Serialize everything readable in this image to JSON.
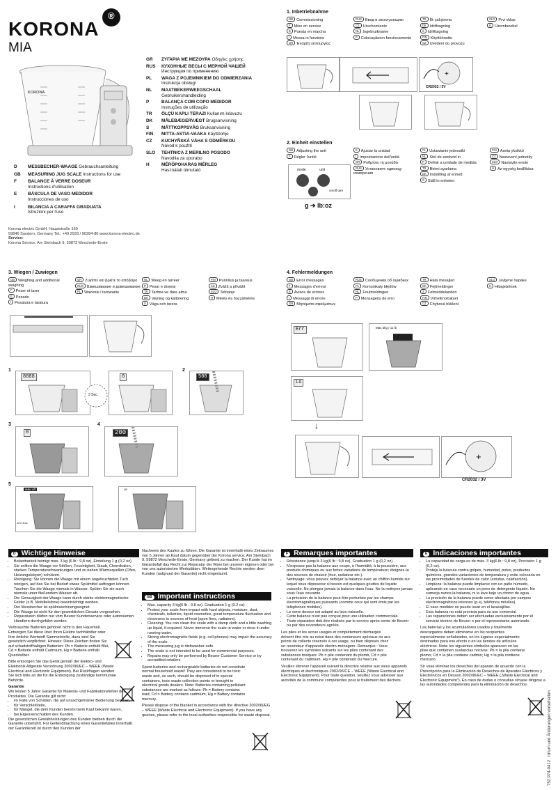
{
  "brand": {
    "name": "KORONA",
    "model": "MIA",
    "registered": "®",
    "jug_brand": "KORONA"
  },
  "left_langs": [
    {
      "code": "D",
      "title": "MESSBECHER-WAAGE",
      "sub": "Gebrauchsanleitung"
    },
    {
      "code": "GB",
      "title": "MEASURING JUG SCALE",
      "sub": "Instructions for use"
    },
    {
      "code": "F",
      "title": "BALANCE À VERRE DOSEUR",
      "sub": "Instructions d'utilisation"
    },
    {
      "code": "E",
      "title": "BÁSCULA DE VASO MEDIDOR",
      "sub": "Instrucciones de uso"
    },
    {
      "code": "I",
      "title": "BILANCIA A CARAFFA GRADUATA",
      "sub": "Istruzioni per l'uso"
    }
  ],
  "right_langs": [
    {
      "code": "GR",
      "title": "ΖΥΓΑΡΙΑ ΜΕ ΜΕΖΟΥΡΑ",
      "sub": "Οδηγίες χρήσης"
    },
    {
      "code": "RUS",
      "title": "КУХОННЫЕ ВЕСЫ С МЕРНОЙ ЧАШЕЙ",
      "sub": "Инструкция по применению"
    },
    {
      "code": "PL",
      "title": "WAGA Z POJEMNIKIEM DO ODMIERZANIA",
      "sub": "Instrukcja obsługi"
    },
    {
      "code": "NL",
      "title": "MAATBEKERWEEGSCHAAL",
      "sub": "Gebruikershandleiding"
    },
    {
      "code": "P",
      "title": "BALANÇA COM COPO MEDIDOR",
      "sub": "Instruções de utilização"
    },
    {
      "code": "TR",
      "title": "ÖLÇÜ KAPLI TERAZI",
      "sub": "Kullanım kılavuzu"
    },
    {
      "code": "DK",
      "title": "MÅLEBÆGERVÆGT",
      "sub": "Brugsanvisning"
    },
    {
      "code": "S",
      "title": "MÅTTKOPPSVÅG",
      "sub": "Bruksanvisning"
    },
    {
      "code": "FIN",
      "title": "MITTA-ASTIA-VAAKA",
      "sub": "Käyttöohje"
    },
    {
      "code": "CZ",
      "title": "KUCHYŇSKÁ VÁHA S ODMĚRKOU",
      "sub": "Návod k použití"
    },
    {
      "code": "SLO",
      "title": "TEHTNICA Z MERILNO POSODO",
      "sub": "Navodila za uporabo"
    },
    {
      "code": "H",
      "title": "MÉRŐPOHARAS MÉRLEG",
      "sub": "Használati útmutató"
    }
  ],
  "address": {
    "l1": "Korona electric GmbH, Hauptstraße 169",
    "l2": "59846 Sundern, Germany Tel.: +49 2933 / 90284-80 www.korona-electric.de",
    "l3": "Service:",
    "l4": "Korona Service, Am Steinbach 9, 59872 Meschede-Enste"
  },
  "sec1": {
    "title": "1. Inbetriebnahme",
    "items": [
      [
        "GB",
        "Commissioning"
      ],
      [
        "F",
        "Mise en service"
      ],
      [
        "E",
        "Puesta en marcha"
      ],
      [
        "I",
        "Messa in funzione"
      ],
      [
        "GR",
        "Έναρξη λειτουργίας"
      ],
      [
        "RUS",
        "Ввод в эксплуатацию"
      ],
      [
        "CZ",
        "Uruchomienie"
      ],
      [
        "NL",
        "Ingebruikname"
      ],
      [
        "P",
        "Colocaçãoem funcionamento"
      ],
      [
        "TR",
        "İlk çalıştırma"
      ],
      [
        "DK",
        "Idrifttagning"
      ],
      [
        "S",
        "Idrifttagning"
      ],
      [
        "FIN",
        "Käyttöönotto"
      ],
      [
        "CZ",
        "Uvedení do provozu"
      ],
      [
        "SLO",
        "Prvi vklop"
      ],
      [
        "H",
        "Üzembevétel"
      ]
    ],
    "battery": "CR2032 / 3V"
  },
  "sec2": {
    "title": "2. Einheit einstellen",
    "items": [
      [
        "GB",
        "Adjusting the unit"
      ],
      [
        "F",
        "Régler l'unité"
      ],
      [
        "E",
        "Ajustar la unidad"
      ],
      [
        "I",
        "Impostazione dell'unità"
      ],
      [
        "GR",
        "Ρυθμίστε τη μονάδα"
      ],
      [
        "RUS",
        "Установите единицу измерения"
      ],
      [
        "PL",
        "Ustawianie jednostki"
      ],
      [
        "NL",
        "Stel de eenheid in"
      ],
      [
        "P",
        "Definir a unidade de medida"
      ],
      [
        "TR",
        "Birimi ayarlama"
      ],
      [
        "DK",
        "Indstilling af enhed"
      ],
      [
        "S",
        "Ställ in enheten"
      ],
      [
        "FIN",
        "Aseta yksikkö"
      ],
      [
        "CZ",
        "Nastavení jednotky"
      ],
      [
        "SLO",
        "Nastavite enoto"
      ],
      [
        "H",
        "Az egység beállítása"
      ]
    ],
    "unit": "g ➔ lb:oz",
    "btn_mode": "mode",
    "btn_unit": "unit",
    "btn_on": "on/off tare"
  },
  "sec3": {
    "title": "3. Wiegen / Zuwiegen",
    "items": [
      [
        "GB",
        "Weighing and additional weighing"
      ],
      [
        "F",
        "Peser et tarer"
      ],
      [
        "E",
        "Pesado"
      ],
      [
        "I",
        "Pesatura e taratura"
      ],
      [
        "GR",
        "Ζυγίστε και βρείτε το απόβαρο"
      ],
      [
        "RUS",
        "Взвешивание и довешивание"
      ],
      [
        "PL",
        "Ważenie i tarowanie"
      ],
      [
        "NL",
        "Weeg en tarreer"
      ],
      [
        "P",
        "Pesar e dosear"
      ],
      [
        "TR",
        "Tartma ve dara alma"
      ],
      [
        "DK",
        "Vejning og kalibrering"
      ],
      [
        "S",
        "Väga och tarera"
      ],
      [
        "FIN",
        "Punnitus ja taaraus"
      ],
      [
        "CZ",
        "Zvážit a přivážit"
      ],
      [
        "SLO",
        "Tehtanje"
      ],
      [
        "H",
        "Mérés és hozzámérés"
      ]
    ],
    "step1": "1",
    "step2": "2",
    "step3": "3",
    "step4": "4",
    "step5": "5",
    "lcd1": "8888",
    "lcd2": "0",
    "lcd3": "500",
    "lcd4": "0",
    "lcd5": "200",
    "sec3": "3 Sec.",
    "auto_off": "auto off",
    "on": "on",
    "jug_volt": "12V 3mc"
  },
  "sec4": {
    "title": "4. Fehlermeldungen",
    "items": [
      [
        "GB",
        "Error messages"
      ],
      [
        "F",
        "Messages d'erreur"
      ],
      [
        "E",
        "Avisos de errores"
      ],
      [
        "I",
        "Messaggi di errore"
      ],
      [
        "GR",
        "Μηνύματα σφαλμάτων"
      ],
      [
        "RUS",
        "Сообщения об ошибках"
      ],
      [
        "PL",
        "Komunikaty błędów"
      ],
      [
        "NL",
        "Foutmeldingen"
      ],
      [
        "P",
        "Mensagens de erro"
      ],
      [
        "TR",
        "Hata mesajları"
      ],
      [
        "DK",
        "Fejlmeldinger"
      ],
      [
        "S",
        "Felmeddelanden"
      ],
      [
        "FIN",
        "Virheilmoitukset"
      ],
      [
        "CZ",
        "Chybová hlášení"
      ],
      [
        "SLO",
        "Javljene napake"
      ],
      [
        "H",
        "Hibajelzések"
      ]
    ],
    "lcd_err": "Err",
    "lcd_lo": "Lo",
    "max": "Max 3kg / 11 lb",
    "battery": "CR2032 / 3V"
  },
  "de": {
    "flag": "D",
    "title": "Wichtige Hinweise",
    "bullets": [
      "Belastbarkeit beträgt max. 3 kg (6 lb : 9,8 oz), Einteilung 1 g (0,2 oz).",
      "Sie sollten die Waage vor Stößen, Feuchtigkeit, Staub, Chemikalien, starken Temperaturschwankungen und zu nahen Wärmequellen (Ofen, Heizungskörper) schützen.",
      "Reinigung: Sie können die Waage mit einem angefeuchteten Tuch reinigen, auf das Sie bei Bedarf etwas Spülmittel auftragen können. Tauchen Sie die Waage niemals in Wasser. Spülen Sie sie auch niemals unter fließendem Wasser ab.",
      "Die Genauigkeit der Waage kann durch starke elektromagnetische Felder (z.B. Mobiltelefone) beeinträchtigt werden.",
      "Der Messbecher ist spülmaschinengeeignet.",
      "Die Waage ist nicht für den gewerblichen Einsatz vorgesehen.",
      "Reparaturen dürfen nur vom Beurer Kundenservice oder autorisierten Händlern durchgeführt werden."
    ],
    "p1": "Verbrauchte Batterien gehören nicht in den Hausmüll. Entsorgen Sie diese über Ihren Elektro fachhändler oder Ihre örtliche Wertstoff Sammelstelle, dazu sind Sie gesetzlich verpflichtet. Hinweis: Diese Zeichen finden Sie auf schadstoffhaltigen Batterien: Pb = Batterie enthält Blei, Cd = Batterie enthält Cadmium, Hg = Batterie enthält Quecksilber.",
    "p2": "Bitte entsorgen Sie das Gerät gemäß der Elektro- und Elektronik Altgeräte Verordnung 2002/96/EC – WEEE (Waste Electrical and Electronic Equipment). Bei Rückfragen wenden Sie sich bitte an die für die Entsorgung zuständige kommunale Behörde.",
    "g_title": "Garantie",
    "g1": "Wir leisten 5 Jahre Garantie für Material- und Fabrikationsfehler des Produktes. Die Garantie gilt nicht:",
    "g_bullets": [
      "im Falle von Schäden, die auf unsachgemäßer Bedienung beruhen,",
      "für Verschleißteile,",
      "für Mängel, die dem Kunden bereits beim Kauf bekannt waren,",
      "bei Eigenverschulden des Kunden."
    ],
    "g2": "Die gesetzlichen Gewährleistungen des Kunden bleiben durch die Garantie unberührt. Für Geltendmachung eines Garantiefalles innerhalb der Garantiezeit ist durch den Kunden der",
    "g3": "Nachweis des Kaufes zu führen. Die Garantie ist innerhalb eines Zeitraumes von 5 Jahren ab Kauf datum gegenüber der Korona service, Am Steinbach 9, 59872 Meschede-Enste, Germany geltend zu machen. Der Kunde hat im Garantiefall das Recht zur Reparatur der Ware bei unseren eigenen oder bei von uns autorisierten Werkstätten. Weitergehende Rechte werden dem Kunden (aufgrund der Garantie) nicht eingeräumt."
  },
  "gb": {
    "flag": "GB",
    "title": "Important instructions",
    "bullets": [
      "Max. capacity 3 kg(6 lb : 9.8 oz). Graduation 1 g (0.2 oz).",
      "Protect your scale from impact with hard objects, moisture, dust, chemicals, toiletries, liquid cosmetics, great temperature fluctuation and closeness to sources of heat (open fires, radiators).",
      "Cleaning: You can clean the scale with a damp cloth and a little washing up liquid, if required. Never immerse the scale in water or rinse it under running water.",
      "Strong electromagnetic fields (e.g. cell phones) may impair the accuracy of the scale.",
      "The measuring jug is dishwasher-safe.",
      "The scale is not intended to be used for commercial purposes.",
      "Repairs may only be performed by Beurer Customer Service or by accredited retailers."
    ],
    "p1": "Spent batteries and rechargeable batteries do not constitute normal household waste! They are considered to be toxic waste and, as such, should be disposed of in special containers, toxic waste collection points or brought to electrical goods dealers. Note: Batteries containing pollutant substances are marked as follows: Pb = Battery contains lead, Cd = Battery contains cadmium, Hg = Battery contains mercury.",
    "p2": "Please dispose of the blanket in accordance with the directive 2002/96/EG – WEEE (Waste Electrical and Electronic Equipment). If you have any queries, please refer to the local authorities responsible for waste disposal."
  },
  "fr": {
    "flag": "F",
    "title": "Remarques importantes",
    "bullets": [
      "Résistance jusqu'à 3 kg(6 lb : 9,8 oz), Graduation 1 g (0,2 oz).",
      "N'exposez pas la balance aux coups, à l'humidité, à la poussière, aux produits chimiques ou aux fortes variations de température; éloignez-la des sources de chaleur (four, radiateur etc.).",
      "Nettoyage: vous pouvez nettoyer la balance avec un chiffon humide sur lequel vous déposerez si besoin est quelques gouttes de liquide vaisselle. Ne plongez jamais la balance dans l'eau. Ne la nettoyez jamais sous l'eau courante.",
      "La précision de la balance peut être perturbée par les champs électromagnétiques puissants (comme ceux qui sont émis par les téléphones mobiles).",
      "Le verre doseur est adapté au lave-vaisselle.",
      "Cette balance n'est pas conçue pour une utilisation commerciale.",
      "Toute réparation doit être réalisée par le service après-vente de Beurer ou par des revendeurs agréés."
    ],
    "p1": "Les piles et les accus usagés et complètement déchargés doivent être mis au rebut dans des conteneurs spéciaux ou aux points de collecte réservés à cet usage, ou bien déposés chez un revendeur d'appareils électro-ménagers. Remarque : Vous trouverez les symboles suivants sur les piles contenant des substances toxiques: Pb = pile contenant du plomb, Cd = pile contenant du cadmium, Hg = pile contenant du mercure.",
    "p2": "Veuillez éliminer l'appareil suivant la directive relative aux vieux appareils électriques et électroniques 2002/96/CE – WEEE (Waste Electrical and Electronic Equipment). Pour toute question, veuillez vous adresser aux autorités de la commune compétentes pour le traitement des déchets."
  },
  "es": {
    "flag": "E",
    "title": "Indicaciones importantes",
    "bullets": [
      "La capacidad de carga es de máx. 3 kg(6 lb : 9,8 oz), Precisión 1 g (0,2 oz).",
      "Proteja la báscula contra golpes, humedad, polvo, productos químicos, grandes variaciones de temperatura y evite colocarla en las proximidades de fuentes de calor (estufas, calefacción).",
      "Limpieza: la balanza puede limpiarse con un paño húmedo, aplicando en caso necesario un poco de detergente líquido. No sumerja nunca la balanza, ni la lave bajo un chorro de agua.",
      "La precisión de la balanza puede verse afectada por campos electromagnéticos intensos (p.ej. teléfonos móviles).",
      "El vaso medidor se puede lavar en el lavavajillas.",
      "Esta balanza no está prevista para su uso comercial.",
      "Las reparaciones deben ser efectuadas exclusivamente por el servicio técnico de Beurer o por el representante autorizado."
    ],
    "p1": "Las baterías y los acumuladores usados y totalmente descargados deben eliminarse en los recipientes especialmente señalizados, en los lugares especialmente destinados para ese efecto o en las tiendas de artículos eléctricos. Nota: los siguientes símbolos aparecen en las pilas que contienen sustancias nocivas: Pb = la pila contiene plomo; Cd = la pila contiene cadmio; Hg = la pila contiene mercurio.",
    "p2": "Sír vase eliminar los desechos del aparato de acuerdo con la Prescripción para la Eliminación de Desechos de Aparatos Eléctricos y Electrónicos en Desuso 2002/96/EC – WEEE („Waste Electrical and Electronic Equipment\"). En caso de dudas o consultas sírvase dirigirse a las autoridades competentes para la eliminación de desechos."
  },
  "side_code": "752.974-0412",
  "side_note": "Irrtum und Änderungen vorbehalten"
}
